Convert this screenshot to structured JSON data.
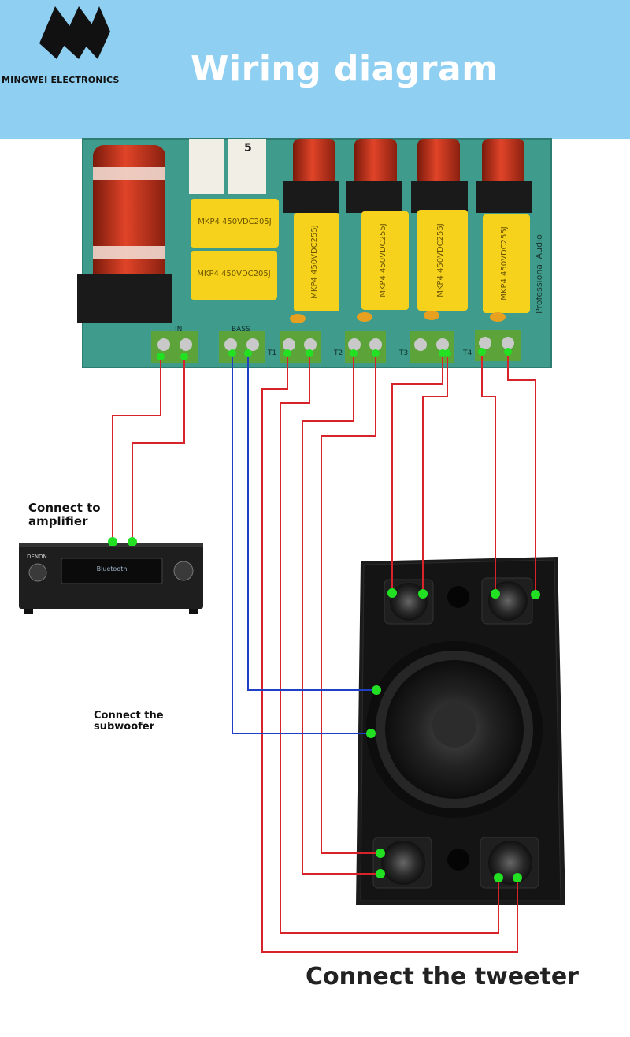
{
  "header": {
    "brand": "MINGWEI ELECTRONICS",
    "title": "Wiring diagram",
    "bg_color": "#8fd0f2"
  },
  "labels": {
    "amplifier": "Connect to amplifier",
    "subwoofer": "Connect the subwoofer",
    "tweeter": "Connect the tweeter"
  },
  "board": {
    "capacitor_small": "MKP4 450VDC205J",
    "capacitor_large": "MKP4 450VDC255J",
    "side_text": "Professional Audio",
    "terminal_labels": [
      "IN",
      "BASS",
      "T1",
      "T2",
      "T3",
      "T4"
    ],
    "resistor_mark": "5"
  },
  "amplifier": {
    "brand": "DENON",
    "display_text": "Bluetooth"
  },
  "colors": {
    "pcb": "#3f9b8c",
    "wire_red": "#d8232a",
    "wire_blue": "#1f3fc4",
    "connection_dot": "#22e022",
    "capacitor": "#f7d21c",
    "coil": "#c8321c"
  }
}
